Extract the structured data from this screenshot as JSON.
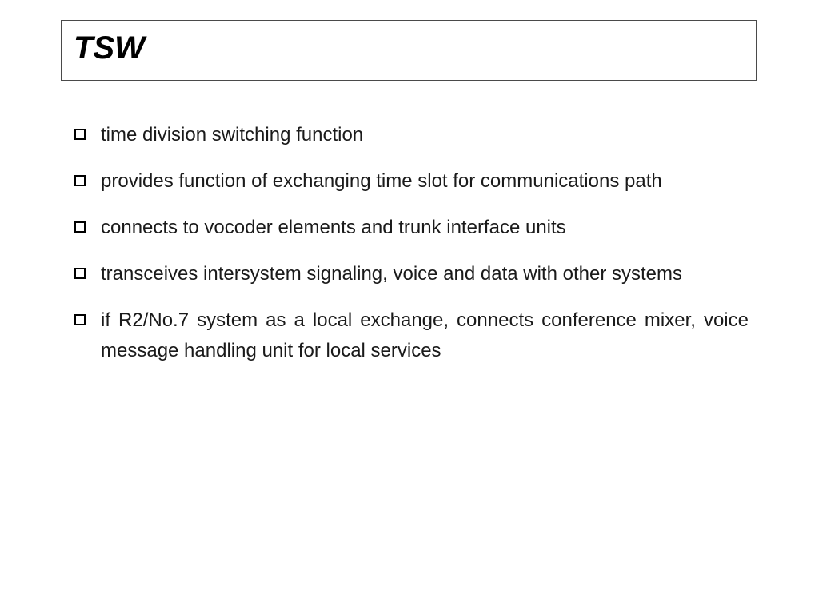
{
  "slide": {
    "title": "TSW",
    "bullets": [
      {
        "text": "time division switching function",
        "marker": "hollow-square-bullet-icon"
      },
      {
        "text": "provides function of exchanging time slot for communications path",
        "marker": "hollow-square-bullet-icon"
      },
      {
        "text": "connects to vocoder elements and trunk interface units",
        "marker": "hollow-square-bullet-icon"
      },
      {
        "text": "transceives intersystem signaling, voice and data with other systems",
        "marker": "hollow-square-bullet-icon"
      },
      {
        "text": "if R2/No.7 system as a local exchange, connects conference mixer, voice message handling unit for local services",
        "marker": "hollow-square-bullet-icon"
      }
    ]
  },
  "colors": {
    "title_border": "#4a4a4a",
    "text": "#1a1a1a",
    "background": "#ffffff"
  }
}
